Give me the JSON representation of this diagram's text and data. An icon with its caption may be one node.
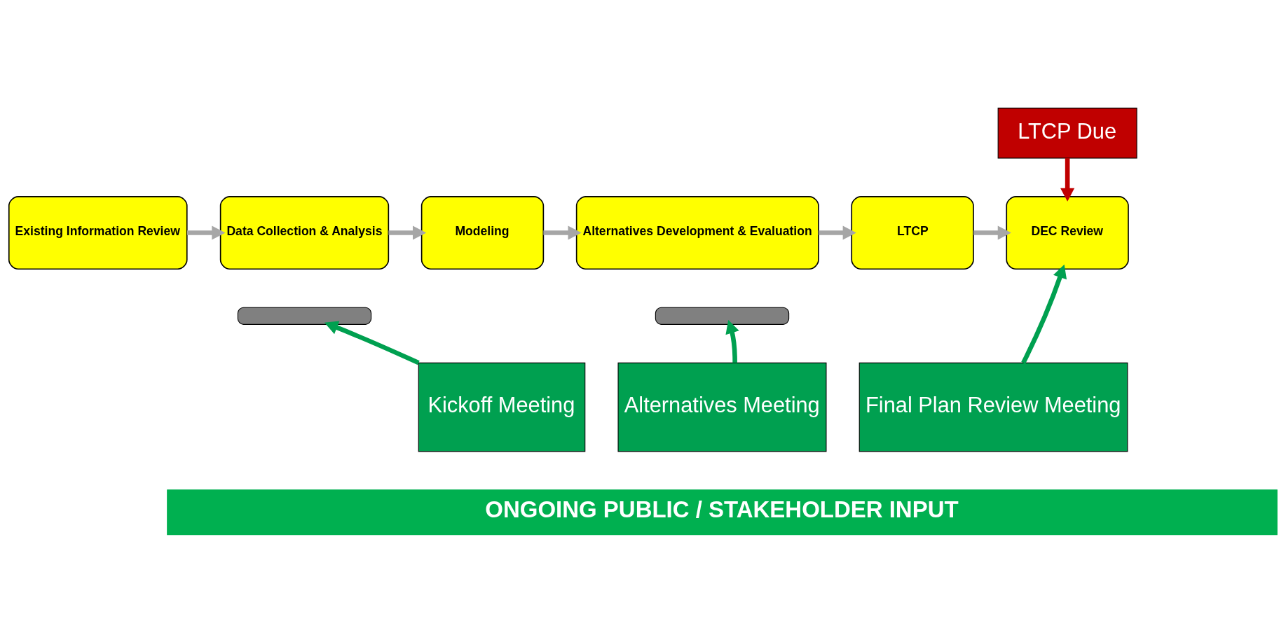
{
  "diagram": {
    "nodes": [
      {
        "text": [
          "Existing Information Review"
        ]
      },
      {
        "text": [
          "Data Collection & Analysis"
        ]
      },
      {
        "text": [
          "Modeling"
        ]
      },
      {
        "text": [
          "Alternatives Development & Evaluation"
        ]
      },
      {
        "text": [
          "LTCP"
        ]
      },
      {
        "text": [
          "DEC Review"
        ]
      },
      {
        "text": [
          "LTCP Due"
        ]
      },
      {
        "text": [],
        "shape": "bar"
      },
      {
        "text": [
          "Kickoff Meeting"
        ]
      },
      {
        "text": [],
        "shape": "bar"
      },
      {
        "text": [
          "Alternatives Meeting"
        ]
      },
      {
        "text": [
          "Final Plan Review Meeting"
        ]
      },
      {
        "text": [
          "ONGOING PUBLIC / STAKEHOLDER INPUT"
        ]
      }
    ],
    "edges": [
      {
        "from": 0,
        "to": 1,
        "arrow": "to"
      },
      {
        "from": 1,
        "to": 2,
        "arrow": "to"
      },
      {
        "from": 2,
        "to": 3,
        "arrow": "to"
      },
      {
        "from": 3,
        "to": 4,
        "arrow": "to"
      },
      {
        "from": 4,
        "to": 5,
        "arrow": "to"
      },
      {
        "from": 6,
        "to": 5,
        "arrow": "to",
        "color": "#c00000"
      },
      {
        "from": 8,
        "to": 7,
        "arrow": "to",
        "color": "#00a050"
      },
      {
        "from": 10,
        "to": 9,
        "arrow": "to",
        "color": "#00a050"
      },
      {
        "from": 11,
        "to": 5,
        "arrow": "to",
        "color": "#00a050"
      }
    ]
  }
}
